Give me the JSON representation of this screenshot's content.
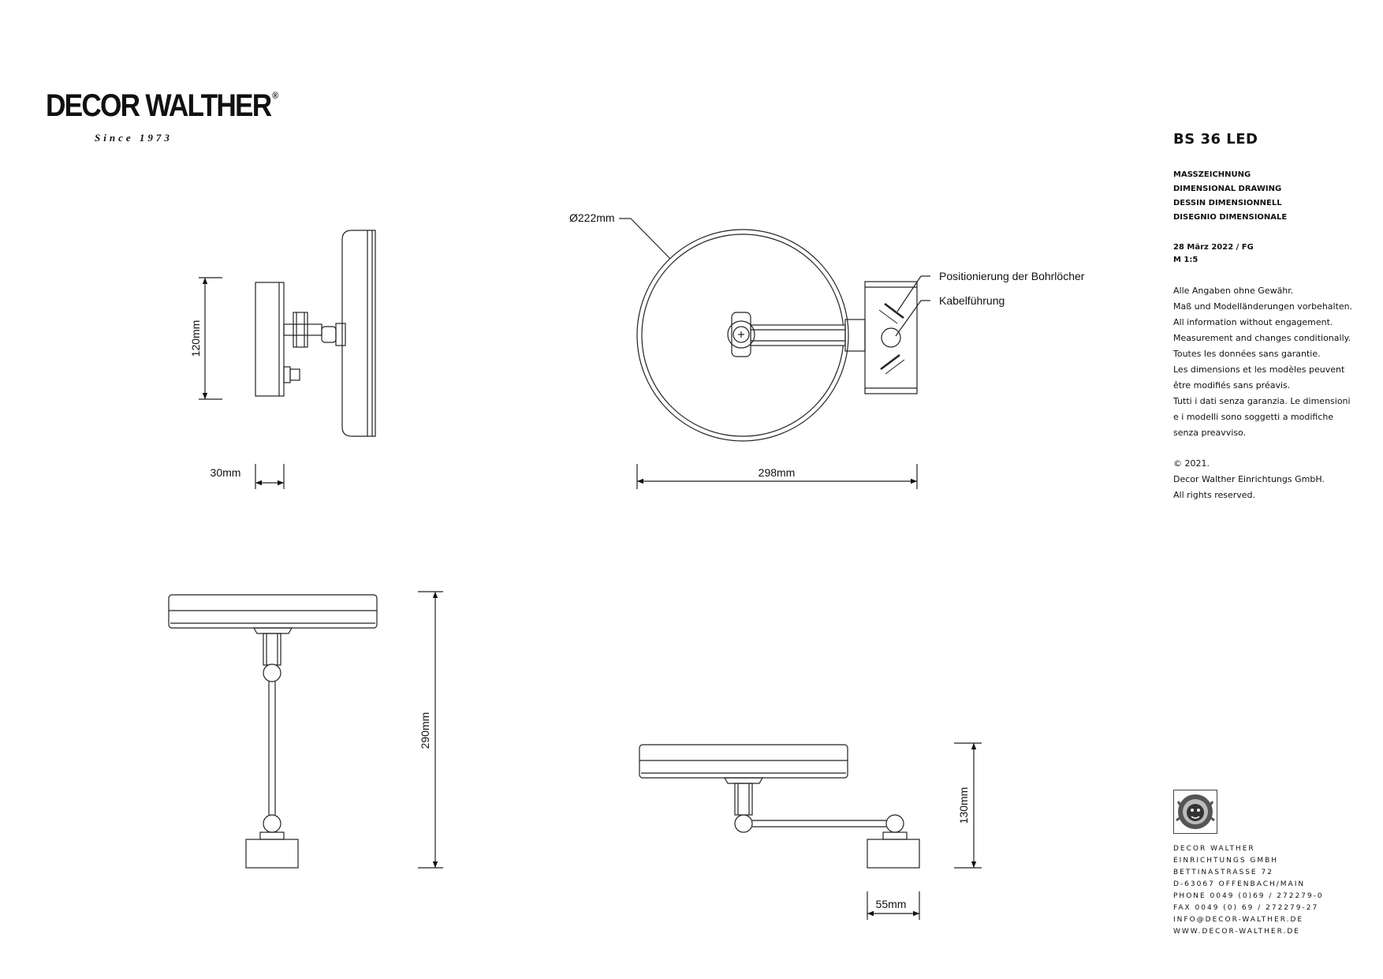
{
  "brand": {
    "name": "DECOR WALTHER",
    "registered": "®",
    "since": "Since 1973"
  },
  "product": {
    "name": "BS 36 LED"
  },
  "document": {
    "types": [
      "MASSZEICHNUNG",
      "DIMENSIONAL DRAWING",
      "DESSIN DIMENSIONNELL",
      "DISEGNIO DIMENSIONALE"
    ],
    "date": "28 März 2022 / FG",
    "scale": "M 1:5"
  },
  "disclaimer": [
    "Alle Angaben ohne Gewähr.",
    "Maß und Modelländerungen vorbehalten.",
    "All information without engagement.",
    "Measurement and changes conditionally.",
    "Toutes les données sans garantie.",
    "Les dimensions et les modèles peuvent",
    "être modifiés sans préavis.",
    "Tutti i dati senza garanzia. Le dimensioni",
    "e i modelli sono soggetti a modifiche",
    "senza preavviso."
  ],
  "copyright": [
    "© 2021.",
    "Decor Walther Einrichtungs GmbH.",
    "All rights reserved."
  ],
  "company": [
    "DECOR WALTHER",
    "EINRICHTUNGS GMBH",
    "BETTINASTRASSE 72",
    "D-63067 OFFENBACH/MAIN",
    "PHONE 0049 (0)69 / 272279-0",
    "FAX 0049 (0) 69 / 272279-27",
    "INFO@DECOR-WALTHER.DE",
    "WWW.DECOR-WALTHER.DE"
  ],
  "dimensions": {
    "side_height": "120mm",
    "side_depth": "30mm",
    "front_diameter": "Ø222mm",
    "front_width": "298mm",
    "top_extended": "290mm",
    "top_folded": "130mm",
    "plate_width": "55mm"
  },
  "annotations": {
    "drill_holes": "Positionierung der Bohrlöcher",
    "cable": "Kabelführung"
  }
}
